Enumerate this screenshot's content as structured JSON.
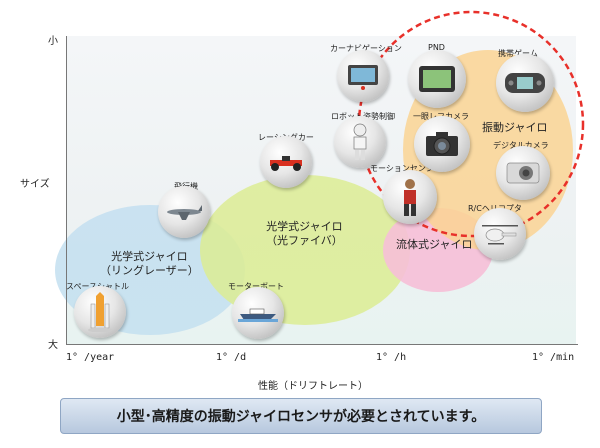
{
  "y_axis": {
    "label": "サイズ",
    "top_label": "小",
    "bottom_label": "大"
  },
  "x_axis": {
    "label": "性能（ドリフトレート）",
    "ticks": [
      "1° /year",
      "1° /d",
      "1° /h",
      "1° /min"
    ]
  },
  "regions": {
    "ring_laser": "光学式ジャイロ\n（リングレーザー）",
    "fiber": "光学式ジャイロ\n（光ファイバ）",
    "fluid": "流体式ジャイロ",
    "vibration": "振動ジャイロ"
  },
  "items": {
    "space_shuttle": "スペースシャトル",
    "airplane": "飛行機",
    "motorboat": "モーターボート",
    "racing_car": "レーシングカー",
    "car_navi": "カーナビゲーション",
    "robot": "ロボット姿勢制御",
    "pnd": "PND",
    "slr": "一眼レフカメラ",
    "game": "携帯ゲーム",
    "digicam": "デジタルカメラ",
    "motion_sensing": "モーションセンシング",
    "rc_heli": "R/Cヘリコプタ"
  },
  "banner": "小型･高精度の振動ジャイロセンサが必要とされています。",
  "colors": {
    "dashed_circle": "#e8302a",
    "blue_region": "#bcd9ee",
    "green_region": "#d9ea8f",
    "pink_region": "#f6bfd7",
    "orange_region": "#fad393"
  }
}
